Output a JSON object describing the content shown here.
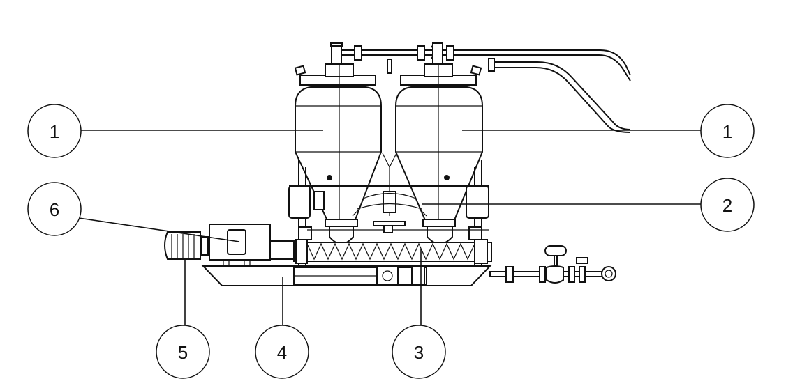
{
  "callouts": {
    "silo_left": "1",
    "silo_right": "1",
    "frame": "2",
    "screw_conveyor": "3",
    "base": "4",
    "motor": "5",
    "gearbox": "6"
  }
}
